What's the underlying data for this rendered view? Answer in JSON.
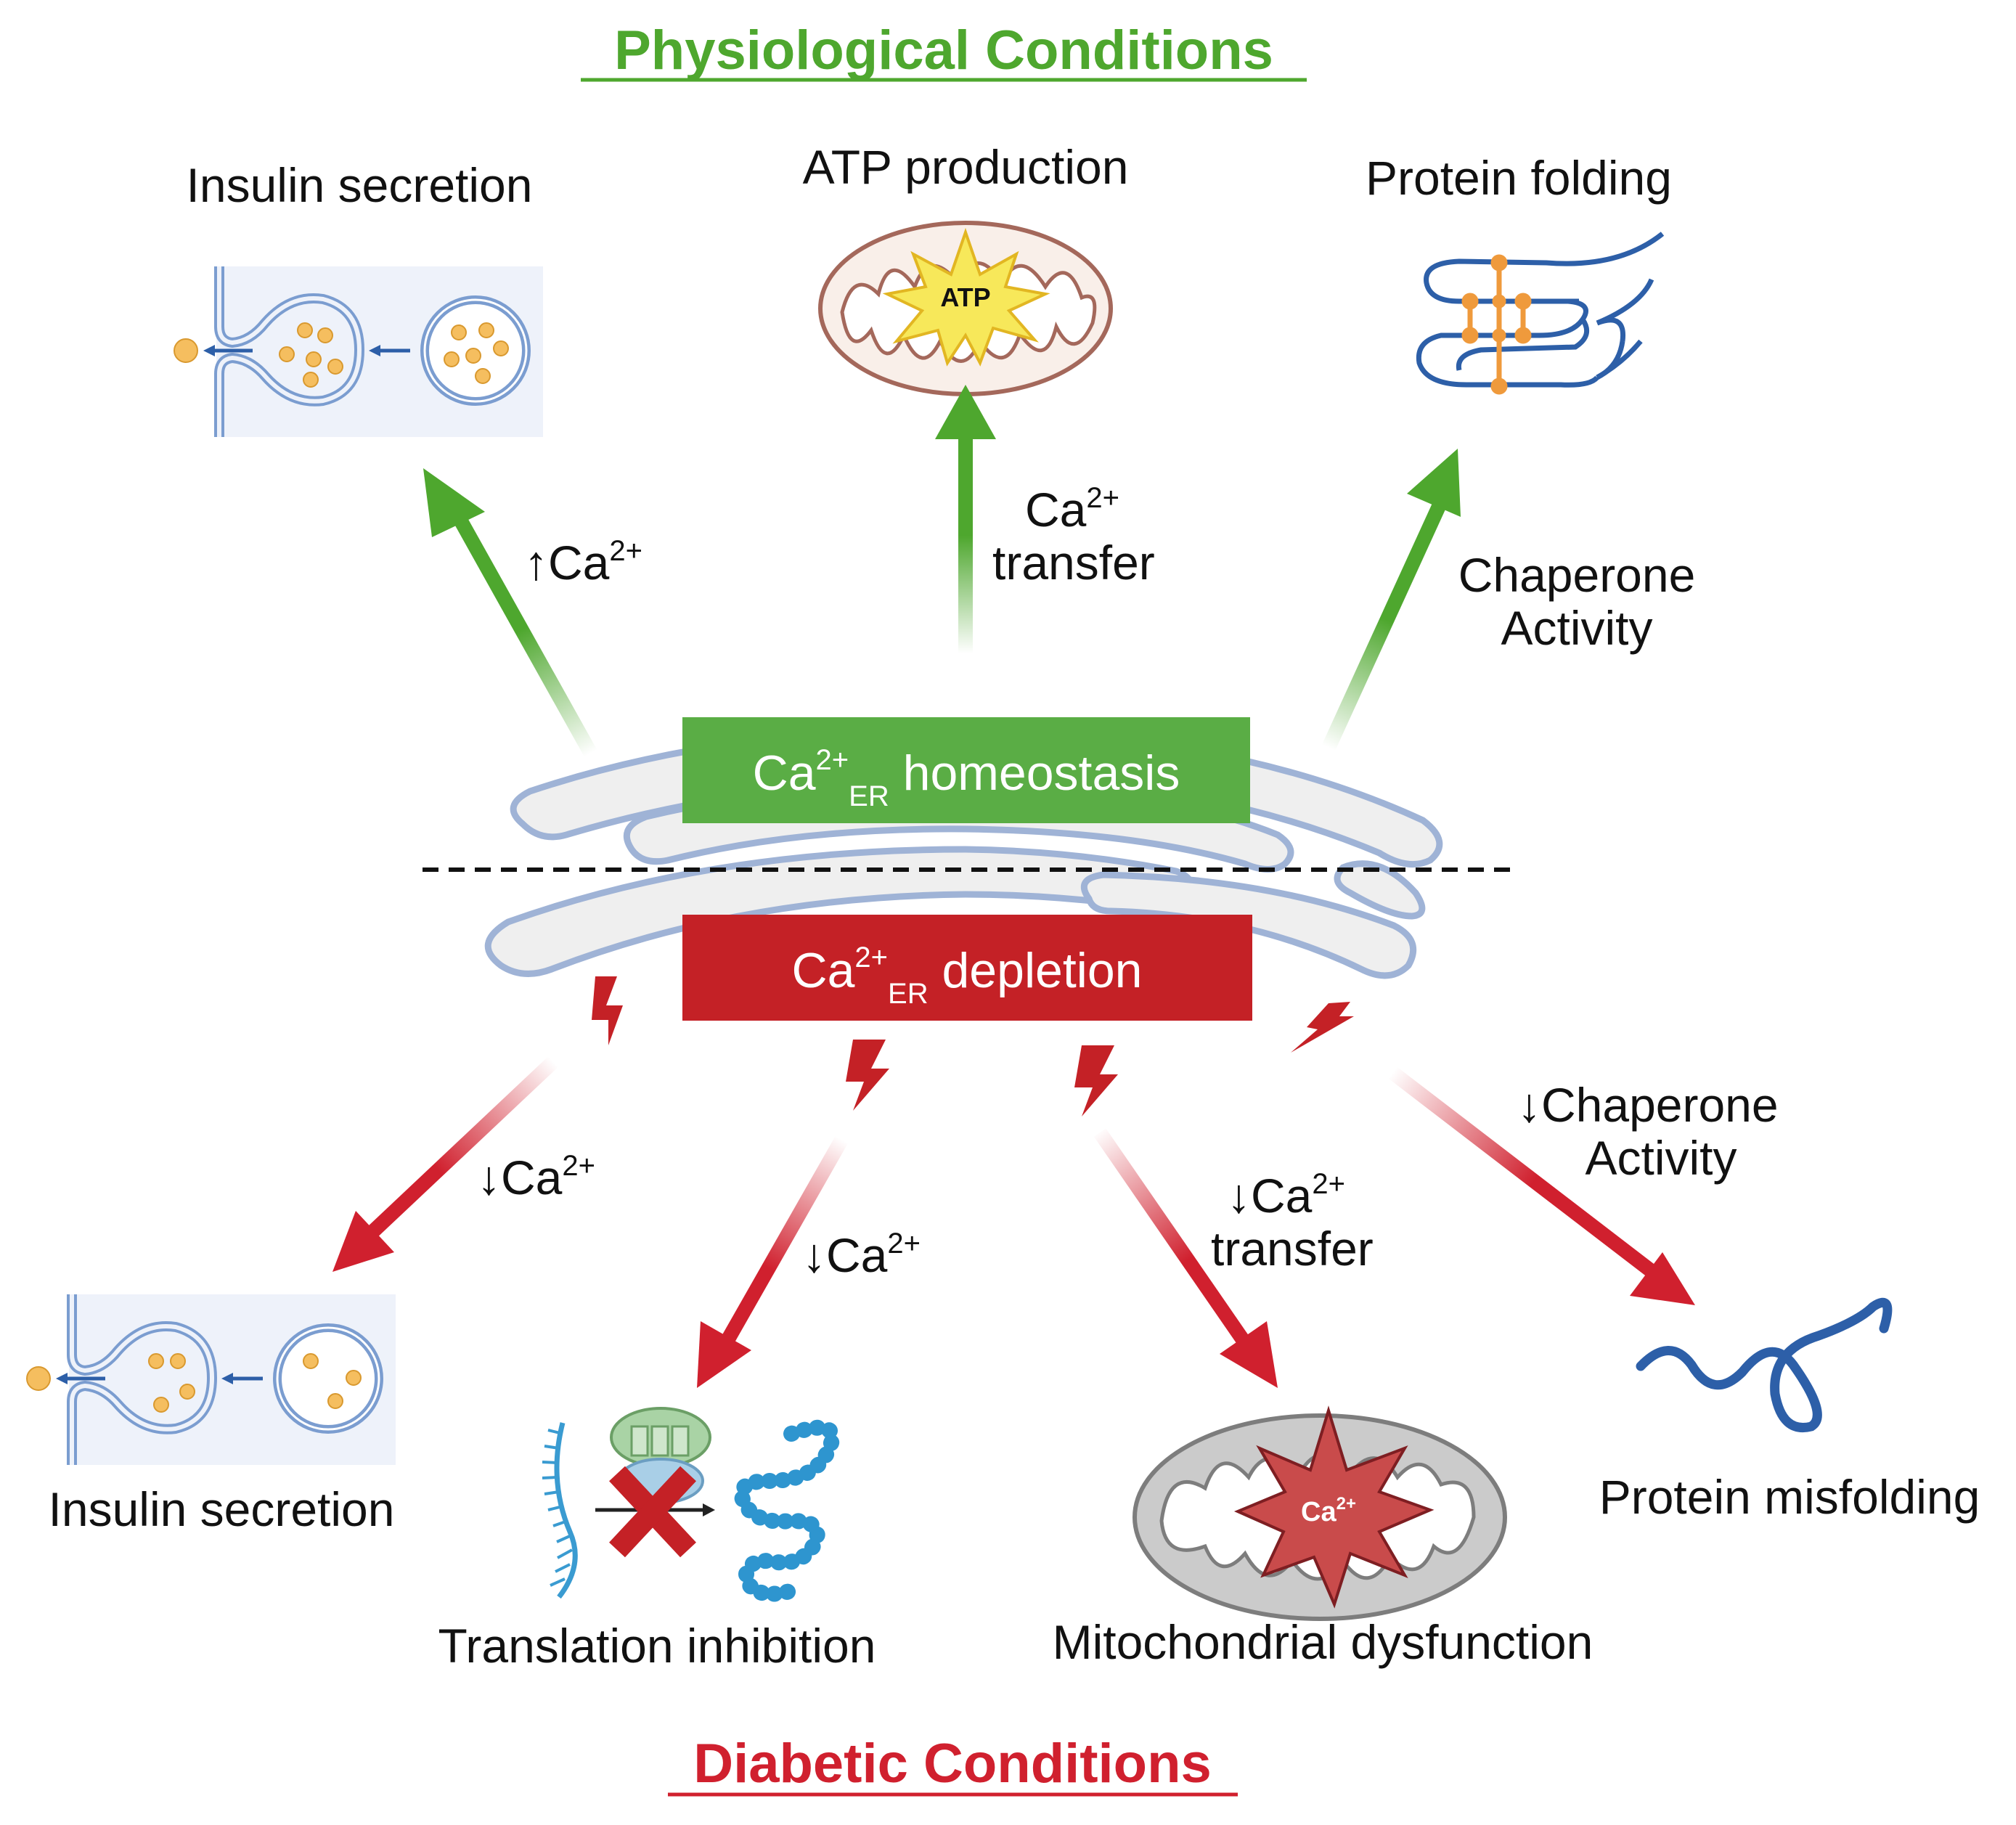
{
  "headers": {
    "physiological": "Physiological Conditions",
    "diabetic": "Diabetic Conditions"
  },
  "boxes": {
    "homeostasis": {
      "prefix": "Ca",
      "sup": "2+",
      "sub": "ER",
      "text": " homeostasis"
    },
    "depletion": {
      "prefix": "Ca",
      "sup": "2+",
      "sub": "ER",
      "text": " depletion"
    }
  },
  "top": {
    "insulin_label": "Insulin secretion",
    "atp_label": "ATP production",
    "folding_label": "Protein folding",
    "atp_badge": "ATP",
    "arrow_left": {
      "arrow": "↑",
      "ion": "Ca",
      "sup": "2+"
    },
    "arrow_mid": {
      "ion": "Ca",
      "sup": "2+",
      "line2": "transfer"
    },
    "arrow_right": {
      "line1": "Chaperone",
      "line2": "Activity"
    }
  },
  "bottom": {
    "insulin_label": "Insulin secretion",
    "translation_label": "Translation inhibition",
    "mito_label": "Mitochondrial dysfunction",
    "misfolding_label": "Protein misfolding",
    "mito_badge": "Ca",
    "mito_badge_sup": "2+",
    "arrow1": {
      "arrow": "↓",
      "ion": "Ca",
      "sup": "2+"
    },
    "arrow2": {
      "arrow": "↓",
      "ion": "Ca",
      "sup": "2+"
    },
    "arrow3": {
      "arrow": "↓",
      "ion": "Ca",
      "sup": "2+",
      "line2": "transfer"
    },
    "arrow4": {
      "line1": "↓Chaperone",
      "line2": "Activity"
    }
  },
  "colors": {
    "green": "#4ea72e",
    "red": "#d0202e",
    "header_green": "#4ea72e",
    "header_red": "#d0202e",
    "box_green": "#5aad45",
    "box_red": "#c42126",
    "membrane": "#8fa9cf",
    "vesicle": "#7b9dd0",
    "granule": "#f5be5f",
    "protein": "#2d5fa8"
  }
}
